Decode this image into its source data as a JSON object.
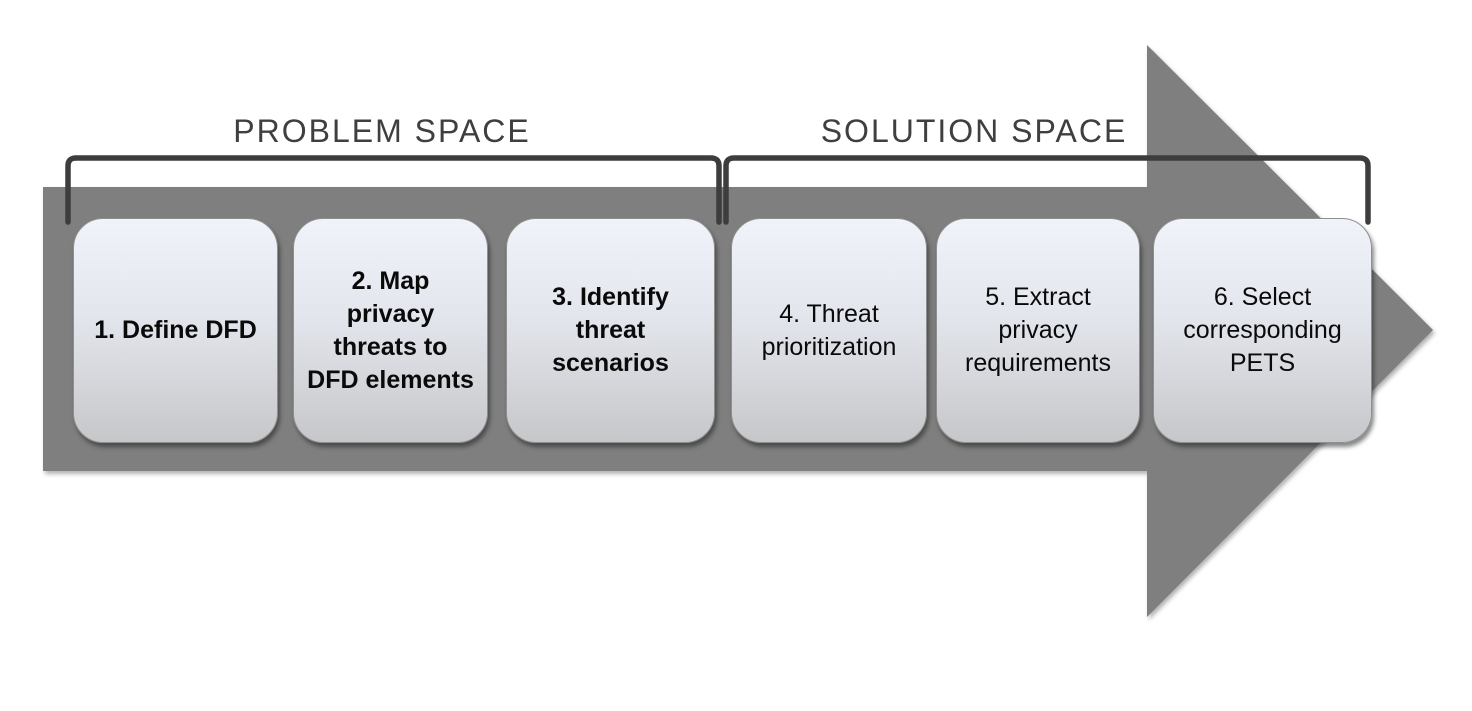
{
  "diagram": {
    "spaces": {
      "problem_label": "PROBLEM SPACE",
      "solution_label": "SOLUTION SPACE"
    },
    "steps": [
      {
        "label": "1. Define DFD",
        "bold": true,
        "space": "problem"
      },
      {
        "label": "2. Map privacy threats to DFD elements",
        "bold": true,
        "space": "problem"
      },
      {
        "label": "3. Identify threat scenarios",
        "bold": true,
        "space": "problem"
      },
      {
        "label": "4. Threat prioritization",
        "bold": false,
        "space": "solution"
      },
      {
        "label": "5. Extract privacy requirements",
        "bold": false,
        "space": "solution"
      },
      {
        "label": "6. Select corresponding PETS",
        "bold": false,
        "space": "solution"
      }
    ],
    "colors": {
      "arrow_fill": "#7f7f7f",
      "bracket_stroke": "#3d3d3d",
      "space_label_text": "#3f3f3f",
      "box_gradient_top": "#f0f3fa",
      "box_gradient_bottom": "#c6c7c9",
      "box_border": "#8f8f8f",
      "step_text": "#0a0a0a",
      "background": "#ffffff"
    }
  }
}
